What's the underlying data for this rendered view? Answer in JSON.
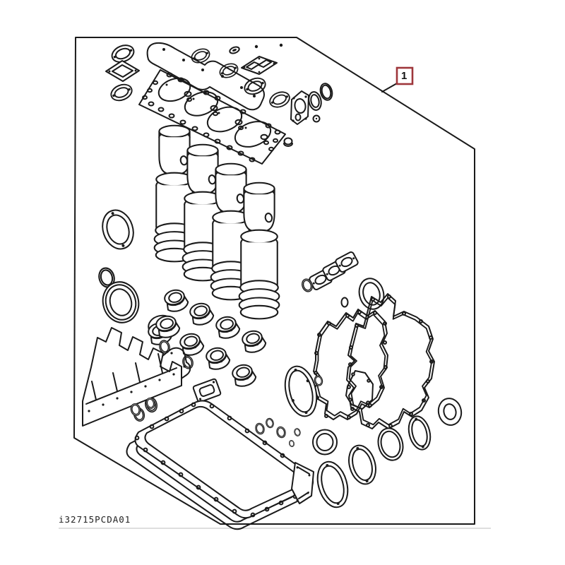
{
  "callout": {
    "label": "1"
  },
  "drawing_code": "i32715PCDA01",
  "colors": {
    "line": "#1a1a1a",
    "callout_border": "#9e363b",
    "background": "#ffffff",
    "faint_rule": "#d9d9d9"
  },
  "parts": [
    "valve-cover-gasket",
    "cylinder-head-gasket",
    "exhaust-manifold-gaskets",
    "piston-and-liner-assembly-1",
    "piston-and-liner-assembly-2",
    "piston-and-liner-assembly-3",
    "piston-and-liner-assembly-4",
    "main-bearing-shells",
    "thrust-bearing",
    "front-crankshaft-seal",
    "rear-crankshaft-seal",
    "oil-pan-gasket",
    "timing-cover-gasket",
    "front-plate-gasket",
    "oil-pump-gasket",
    "water-pump-gasket",
    "thermostat-gaskets",
    "cover-plate-gasket",
    "camshaft-bracket",
    "o-rings",
    "cup-plug"
  ]
}
